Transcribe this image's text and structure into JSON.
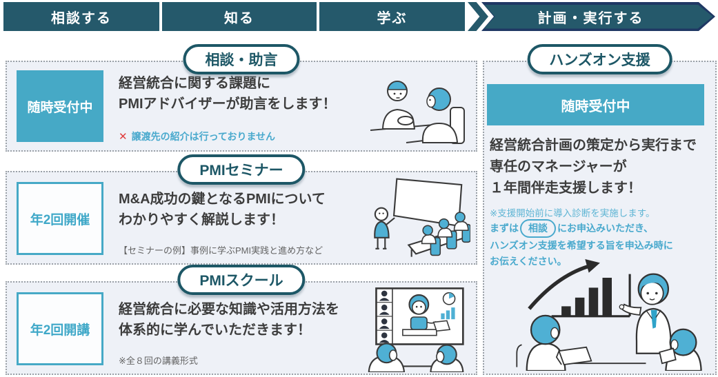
{
  "nav": {
    "steps": [
      "相談する",
      "知る",
      "学ぶ",
      "計画・実行する"
    ]
  },
  "cards": [
    {
      "badge": "相談・助言",
      "status": "随時受付中",
      "body": [
        "経営統合に関する課題に",
        "PMIアドバイザーが助言をします！"
      ],
      "note_icon": "✕",
      "note": "譲渡先の紹介は行っておりません",
      "illustration": "two-people-consultation"
    },
    {
      "badge": "PMIセミナー",
      "status": "年2回開催",
      "body": [
        "M&A成功の鍵となるPMIについて",
        "わかりやすく解説します！"
      ],
      "note": "【セミナーの例】事例に学ぶPMI実践と進め方など",
      "illustration": "seminar-lecture"
    },
    {
      "badge": "PMIスクール",
      "status": "年2回開講",
      "body": [
        "経営統合に必要な知識や活用方法を",
        "体系的に学んでいただきます！"
      ],
      "note": "※全８回の講義形式",
      "illustration": "online-school"
    }
  ],
  "hands_on": {
    "badge": "ハンズオン支援",
    "status": "随時受付中",
    "body": [
      "経営統合計画の策定から実行まで",
      "専任のマネージャーが",
      "１年間伴走支援します！"
    ],
    "note1": "※支援開始前に導入診断を実施します。",
    "note2": {
      "prefix": "まずは",
      "pill": "相談",
      "suffix": "にお申込みいただき、",
      "line2": "ハンズオン支援を希望する旨を申込み時に",
      "line3": "お伝えください。"
    },
    "illustration": "growth-chart-meeting"
  },
  "colors": {
    "bar_teal": "#25596b",
    "arrow_navy_border": "#1f3864",
    "accent_teal": "#46a9c6",
    "badge_teal": "#1d5766",
    "note_blue": "#49a9cd",
    "cross_red": "#e03c3c",
    "body_text": "#3d3d3d",
    "note_gray": "#636363",
    "card_bg": "#eef1f7"
  }
}
